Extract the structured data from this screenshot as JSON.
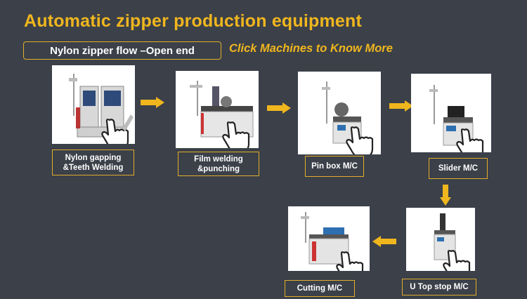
{
  "page": {
    "title": "Automatic zipper production equipment",
    "flow_label": "Nylon zipper  flow –Open end",
    "hint": "Click Machines to Know More"
  },
  "machines": [
    {
      "label": "Nylon gapping\n&Teeth Welding",
      "icon": "zipper-machine-photo"
    },
    {
      "label": "Film welding\n&punching",
      "icon": "zipper-machine-photo"
    },
    {
      "label": "Pin box M/C",
      "icon": "zipper-machine-photo"
    },
    {
      "label": "Slider  M/C",
      "icon": "zipper-machine-photo"
    },
    {
      "label": "U  Top stop M/C",
      "icon": "zipper-machine-photo"
    },
    {
      "label": "Cutting M/C",
      "icon": "zipper-machine-photo"
    }
  ],
  "colors": {
    "background": "#3b4049",
    "accent": "#f0b61e",
    "label_border": "#e2ad2a",
    "text": "#ffffff"
  }
}
